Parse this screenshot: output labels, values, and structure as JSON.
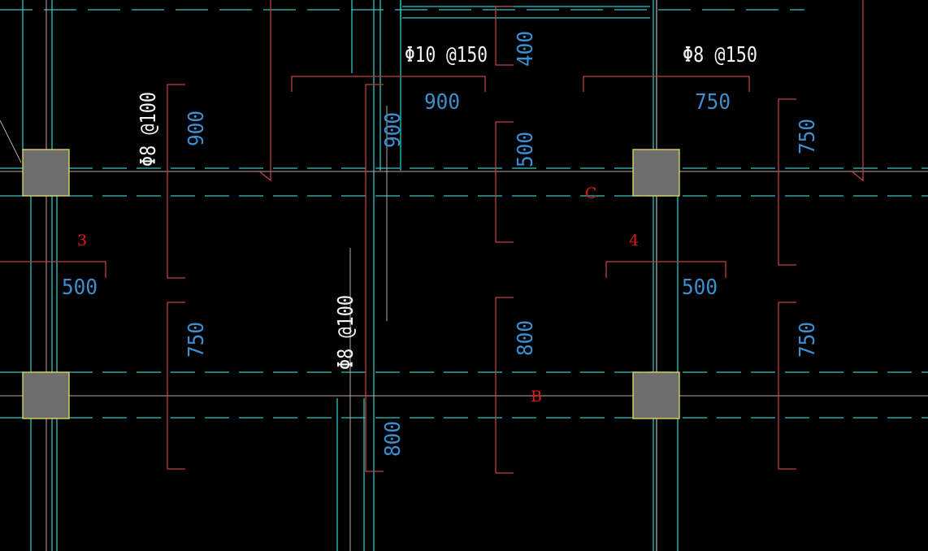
{
  "drawing": {
    "background": "#000000",
    "colors": {
      "beam_line": "#2fc6c6",
      "grid_line": "#b8a8a8",
      "rebar_bracket": "#c04040",
      "column_fill": "#6e6e6e",
      "column_edge": "#e6e25a",
      "dimension_text": "#3a8fd0",
      "rebar_text": "#f4f4f4",
      "axis_label": "#e01a1a"
    },
    "axis_labels": {
      "b": "B",
      "c": "C",
      "three": "3",
      "four": "4"
    },
    "rebar_labels": {
      "top_left": "Φ10 @150",
      "top_right": "Φ8 @150",
      "vertical_left": "Φ8 @100",
      "vertical_mid": "Φ8 @100"
    },
    "dimensions": {
      "top_400": "400",
      "d900_horizontal": "900",
      "d750_horizontal": "750",
      "d900_vertical_left": "900",
      "d900_vertical_mid": "900",
      "d500_vertical_mid": "500",
      "d750_vertical_right_top": "750",
      "d500_left": "500",
      "d500_right": "500",
      "d750_vertical_left_bottom": "750",
      "d800_vertical_mid": "800",
      "d750_vertical_right_bottom": "750",
      "d800_vertical_low": "800"
    }
  }
}
